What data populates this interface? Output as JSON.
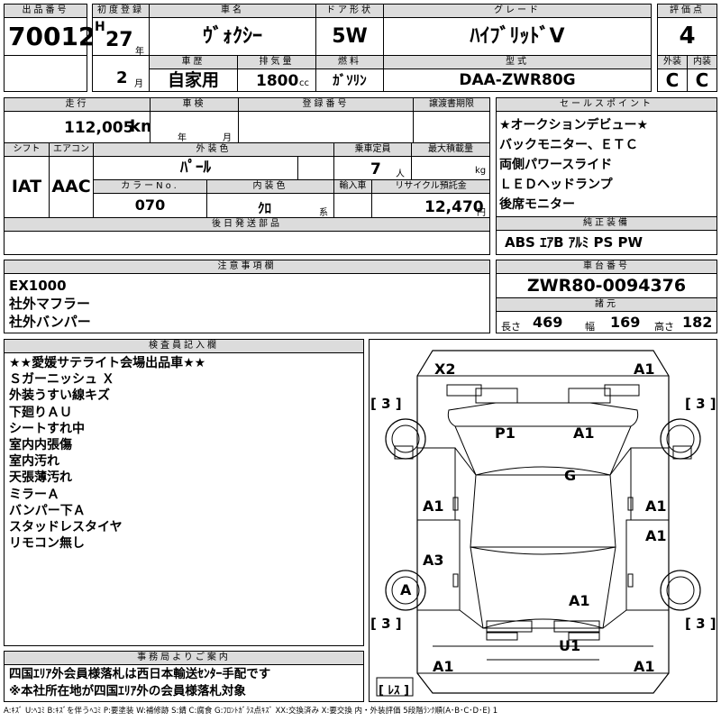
{
  "headers": {
    "lot": "出品番号",
    "first_reg": "初度登録",
    "car_name": "車名",
    "door": "ドア形状",
    "grade": "グレード",
    "score": "評価点",
    "history": "車歴",
    "displacement": "排気量",
    "fuel": "燃料",
    "model_code": "型式",
    "exterior": "外装",
    "interior": "内装",
    "mileage": "走行",
    "inspection": "車検",
    "reg_no": "登録番号",
    "transfer_deadline": "譲渡書期限",
    "sales_point": "セールスポイント",
    "shift": "シフト",
    "aircon": "エアコン",
    "ext_color": "外装色",
    "capacity": "乗車定員",
    "max_load": "最大積載量",
    "color_no": "カラーNo.",
    "int_color": "内装色",
    "import": "輸入車",
    "recycle": "リサイクル預託金",
    "later_parts": "後日発送部品",
    "equipment": "純正装備",
    "notes": "注意事項欄",
    "chassis": "車台番号",
    "dimensions": "諸元",
    "inspector": "検査員記入欄",
    "office": "事務局よりご案内"
  },
  "lot_number": "70012",
  "first_reg": {
    "era": "H",
    "year": "27",
    "year_unit": "年",
    "month": "2",
    "month_unit": "月"
  },
  "car_name": "ｳﾞｫｸｼｰ",
  "door": "5W",
  "grade": "ﾊｲﾌﾞﾘｯﾄﾞV",
  "score": "4",
  "history": "自家用",
  "displacement": "1800",
  "displacement_unit": "cc",
  "fuel": "ｶﾞｿﾘﾝ",
  "model_code": "DAA-ZWR80G",
  "ext_score": "C",
  "int_score": "C",
  "mileage": "112,005",
  "mileage_unit": "km",
  "inspection_year_unit": "年",
  "inspection_month_unit": "月",
  "shift": "IAT",
  "aircon": "AAC",
  "ext_color": "ﾊﾟｰﾙ",
  "capacity": "7",
  "capacity_unit": "人",
  "load_unit": "kg",
  "color_no": "070",
  "int_color": "ｸﾛ",
  "int_color_unit": "系",
  "recycle": "12,470",
  "recycle_unit": "円",
  "sales_points": [
    "★オークションデビュー★",
    "バックモニター、ＥＴＣ",
    "両側パワースライド",
    "ＬＥＤヘッドランプ",
    "後席モニター"
  ],
  "equipment": "ABS ｴｱB ｱﾙﾐ PS PW",
  "notes_lines": [
    "EX1000",
    "社外マフラー",
    "社外バンパー"
  ],
  "chassis_no": "ZWR80-0094376",
  "dims": {
    "length_label": "長さ",
    "length": "469",
    "width_label": "幅",
    "width": "169",
    "height_label": "高さ",
    "height": "182"
  },
  "inspector_lines": [
    "★★愛媛サテライト会場出品車★★",
    "Ｓガーニッシュ Ｘ",
    "外装うすい線キズ",
    "下廻りＡＵ",
    "シートすれ中",
    "室内内張傷",
    "室内汚れ",
    "天張薄汚れ",
    "ミラーＡ",
    "バンパー下Ａ",
    "スタッドレスタイヤ",
    "リモコン無し"
  ],
  "office_lines": [
    "四国ｴﾘｱ外会員様落札は西日本輸送ｾﾝﾀｰ手配です",
    "※本社所在地が四国ｴﾘｱ外の会員様落札対象"
  ],
  "diagram": {
    "marks": [
      "X2",
      "A1",
      "P1",
      "A1",
      "G",
      "A1",
      "A1",
      "A1",
      "A3",
      "A",
      "A1",
      "U1",
      "A1",
      "A1"
    ],
    "tires": [
      "[ 3 ]",
      "[ 3 ]",
      "[ 3 ]",
      "[ 3 ]"
    ],
    "spare": "[ ﾚｽ ]"
  },
  "legend": "A:ｷｽﾞ U:ﾍｺﾐ B:ｷｽﾞを伴うﾍｺﾐ P:要塗装 W:補修跡 S:錆 C:腐食 G:ﾌﾛﾝﾄｶﾞﾗｽ点ｷｽﾞ XX:交換済み X:要交換 内・外装評価 5段階ﾗﾝｸ順(A･B･C･D･E) 1"
}
